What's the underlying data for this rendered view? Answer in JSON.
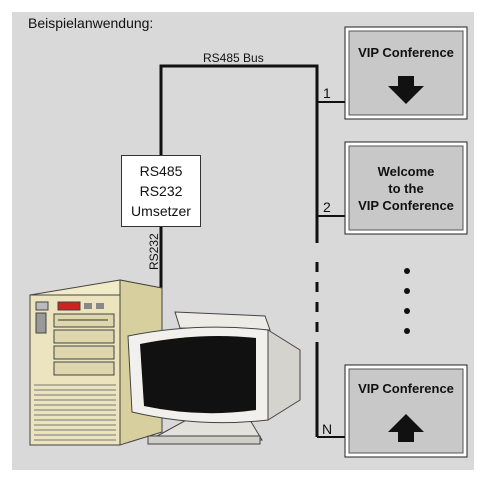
{
  "title": "Beispielanwendung:",
  "bus_label": "RS485 Bus",
  "converter": {
    "line1": "RS485",
    "line2": "RS232",
    "line3": "Umsetzer"
  },
  "cable_label": "RS232",
  "panels": [
    {
      "number": "1",
      "lines": [
        "VIP Conference"
      ],
      "arrow": "down-arrow-icon"
    },
    {
      "number": "2",
      "lines": [
        "Welcome",
        "to the",
        "VIP Conference"
      ],
      "arrow": null
    },
    {
      "number": "N",
      "lines": [
        "VIP Conference"
      ],
      "arrow": "up-arrow-icon"
    }
  ],
  "colors": {
    "background": "#d9d9d9",
    "panel": "#c8c8c8",
    "line": "#111111"
  }
}
